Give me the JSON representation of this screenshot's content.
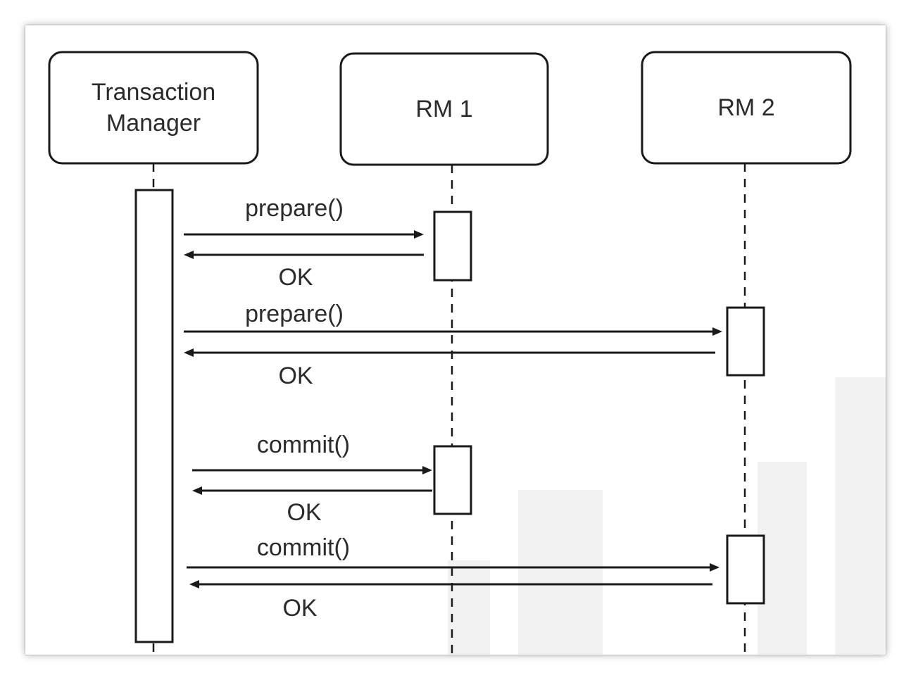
{
  "participants": [
    {
      "name": "Transaction\nManager"
    },
    {
      "name": "RM 1"
    },
    {
      "name": "RM 2"
    }
  ],
  "messages": [
    {
      "label": "prepare()",
      "from": "Transaction Manager",
      "to": "RM 1"
    },
    {
      "label": "OK",
      "from": "RM 1",
      "to": "Transaction Manager"
    },
    {
      "label": "prepare()",
      "from": "Transaction Manager",
      "to": "RM 2"
    },
    {
      "label": "OK",
      "from": "RM 2",
      "to": "Transaction Manager"
    },
    {
      "label": "commit()",
      "from": "Transaction Manager",
      "to": "RM 1"
    },
    {
      "label": "OK",
      "from": "RM 1",
      "to": "Transaction Manager"
    },
    {
      "label": "commit()",
      "from": "Transaction Manager",
      "to": "RM 2"
    },
    {
      "label": "OK",
      "from": "RM 2",
      "to": "Transaction Manager"
    }
  ],
  "colors": {
    "stroke": "#1a1a1a",
    "text": "#2b2b2b",
    "watermark": "#f1f1f1"
  }
}
